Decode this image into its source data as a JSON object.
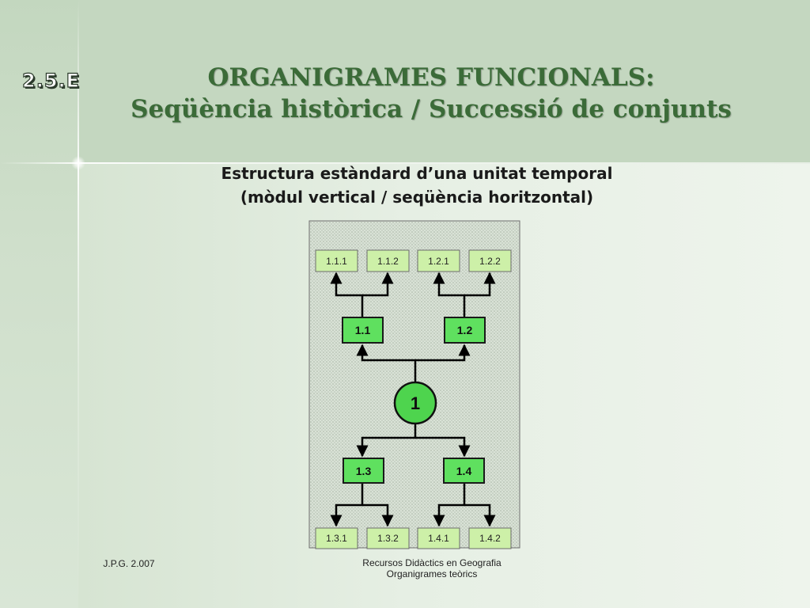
{
  "slide_number": "2.5.E",
  "title": {
    "line1": "ORGANIGRAMES FUNCIONALS:",
    "line2": "Seqüència històrica / Successió de conjunts"
  },
  "subtitle": {
    "line1": "Estructura estàndard d’una unitat temporal",
    "line2": "(mòdul vertical / seqüència horitzontal)"
  },
  "diagram": {
    "root": "1",
    "top_mid": [
      "1.1",
      "1.2"
    ],
    "top_leaves": [
      "1.1.1",
      "1.1.2",
      "1.2.1",
      "1.2.2"
    ],
    "bottom_mid": [
      "1.3",
      "1.4"
    ],
    "bottom_leaves": [
      "1.3.1",
      "1.3.2",
      "1.4.1",
      "1.4.2"
    ]
  },
  "colors": {
    "title": "#3b6b38",
    "mid_node": "#5fe05f",
    "leaf_node": "#cdf0a8",
    "root_node": "#4ed44e",
    "panel": "#d2dccf"
  },
  "footer": {
    "left": "J.P.G. 2.007",
    "right_line1": "Recursos Didàctics en Geografia",
    "right_line2": "Organigrames teòrics"
  }
}
